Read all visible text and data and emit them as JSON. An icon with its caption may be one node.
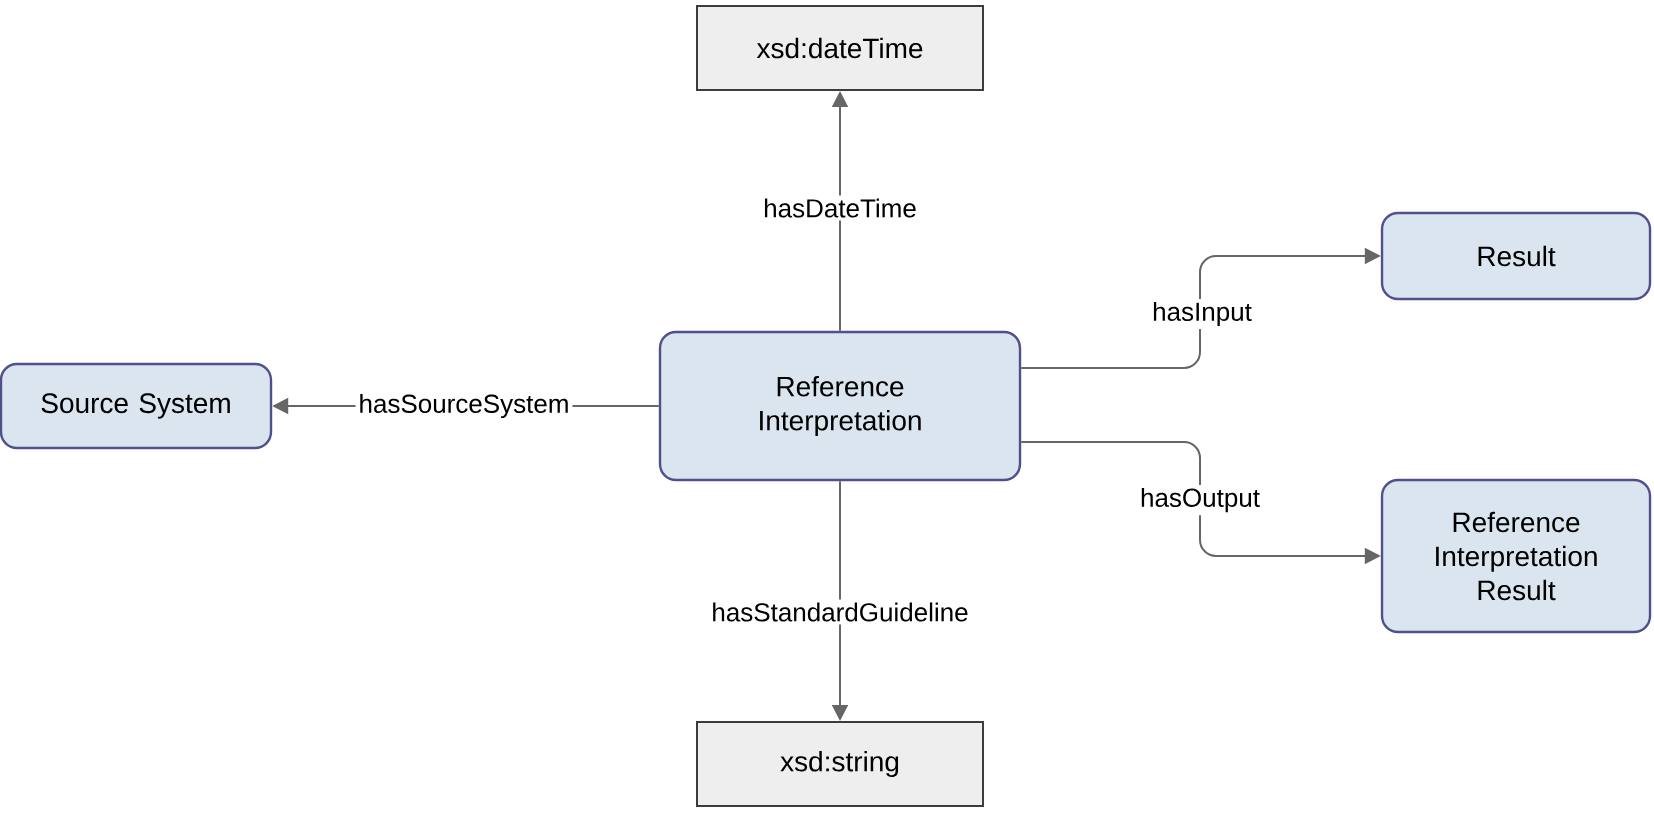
{
  "diagram": {
    "nodes": [
      {
        "text": [
          "Reference Interpretation"
        ]
      },
      {
        "text": [
          "xsd:dateTime"
        ]
      },
      {
        "text": [
          "Result"
        ]
      },
      {
        "text": [
          "Source System"
        ]
      },
      {
        "text": [
          "Reference Interpretation Result"
        ]
      },
      {
        "text": [
          "xsd:string"
        ]
      }
    ],
    "edges": [
      {
        "from": 0,
        "to": 1,
        "arrow": "to",
        "label": "hasDateTime"
      },
      {
        "from": 0,
        "to": 2,
        "arrow": "to",
        "label": "hasInput"
      },
      {
        "from": 0,
        "to": 3,
        "arrow": "to",
        "label": "hasSourceSystem"
      },
      {
        "from": 0,
        "to": 4,
        "arrow": "to",
        "label": "hasOutput"
      },
      {
        "from": 0,
        "to": 5,
        "arrow": "to",
        "label": "hasStandardGuideline"
      }
    ]
  }
}
